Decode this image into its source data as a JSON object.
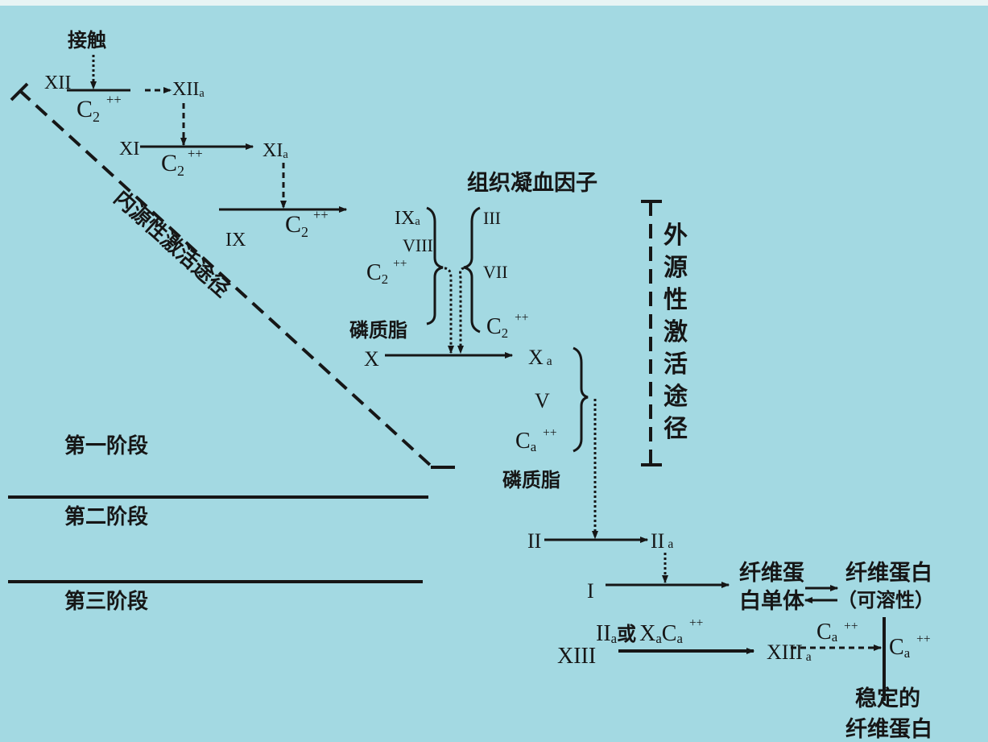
{
  "colors": {
    "background": "#a3d9e2",
    "ink": "#161616"
  },
  "stage1": {
    "contact": "接触",
    "XII": "XII",
    "XIIa": {
      "b": "XII",
      "s": "a"
    },
    "ca1": {
      "b": "C",
      "s": "2",
      "p": "++"
    },
    "XI": "XI",
    "XIa": {
      "b": "XI",
      "s": "a"
    },
    "ca2": {
      "b": "C",
      "s": "2",
      "p": "++"
    },
    "IX": "IX",
    "ca3": {
      "b": "C",
      "s": "2",
      "p": "++"
    },
    "intrinsic": "内源性激活途径",
    "tissue_factor": "组织凝血因子",
    "left_group": {
      "IXa": {
        "b": "IX",
        "s": "a"
      },
      "VIII": "VIII",
      "ca": {
        "b": "C",
        "s": "2",
        "p": "++"
      },
      "phospholipid": "磷质脂"
    },
    "right_group": {
      "III": "III",
      "VII": "VII",
      "ca": {
        "b": "C",
        "s": "2",
        "p": "++"
      }
    },
    "X": "X",
    "Xa": {
      "b": "X",
      "s": "a"
    },
    "V": "V",
    "ca4": {
      "b": "C",
      "s": "a",
      "p": "++"
    },
    "phospholipid2": "磷质脂",
    "extrinsic": [
      "外",
      "源",
      "性",
      "激",
      "活",
      "途",
      "径"
    ]
  },
  "stages": [
    "第一阶段",
    "第二阶段",
    "第三阶段"
  ],
  "stage2": {
    "II": "II",
    "IIa": {
      "b": "II",
      "s": "a"
    }
  },
  "stage3": {
    "I": "I",
    "monomer": [
      "纤维蛋",
      "白单体"
    ],
    "soluble": [
      "纤维蛋白",
      "（可溶性）"
    ],
    "XIII": "XIII",
    "activator": {
      "b1": "II",
      "s1": "a",
      "mid": "或",
      "b2": "X",
      "s2": "a",
      "b3": "C",
      "s3": "a",
      "p": "++"
    },
    "XIIIa": {
      "b": "XIII",
      "s": "a"
    },
    "ca_dash": {
      "b": "C",
      "s": "a",
      "p": "++"
    },
    "ca_right": {
      "b": "C",
      "s": "a",
      "p": "++"
    },
    "stable": [
      "稳定的",
      "纤维蛋白"
    ]
  }
}
